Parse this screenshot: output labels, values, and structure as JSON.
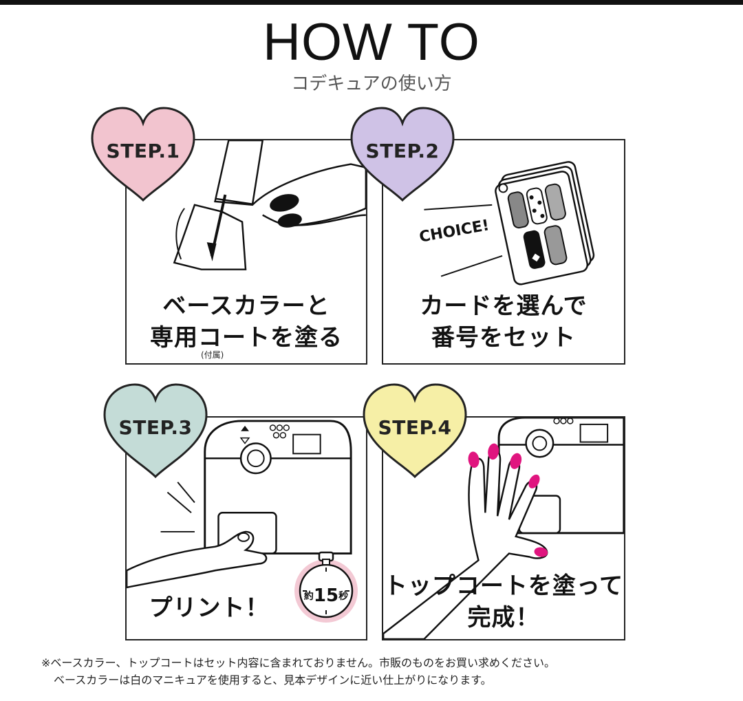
{
  "header": {
    "title": "HOW TO",
    "subtitle": "コデキュアの使い方"
  },
  "colors": {
    "heart1": "#f2c4cf",
    "heart2": "#cfc2e6",
    "heart3": "#c4dcd7",
    "heart4": "#f6efa6",
    "accent_nail": "#e0157f",
    "timer_ring": "#f3c9d4"
  },
  "steps": [
    {
      "label": "STEP.1",
      "caption_line1": "ベースカラーと",
      "caption_line2": "専用コートを塗る",
      "note": "(付属)"
    },
    {
      "label": "STEP.2",
      "caption_line1": "カードを選んで",
      "caption_line2": "番号をセット",
      "choice": "CHOICE!"
    },
    {
      "label": "STEP.3",
      "caption_line1": "プリント！",
      "timer_pre": "約",
      "timer_num": "15",
      "timer_post": "秒"
    },
    {
      "label": "STEP.4",
      "caption_line1": "トップコートを塗って",
      "caption_line2": "完成！"
    }
  ],
  "footnotes": {
    "line1": "※ベースカラー、トップコートはセット内容に含まれておりません。市販のものをお買い求めください。",
    "line2": "ベースカラーは白のマニキュアを使用すると、見本デザインに近い仕上がりになります。"
  }
}
